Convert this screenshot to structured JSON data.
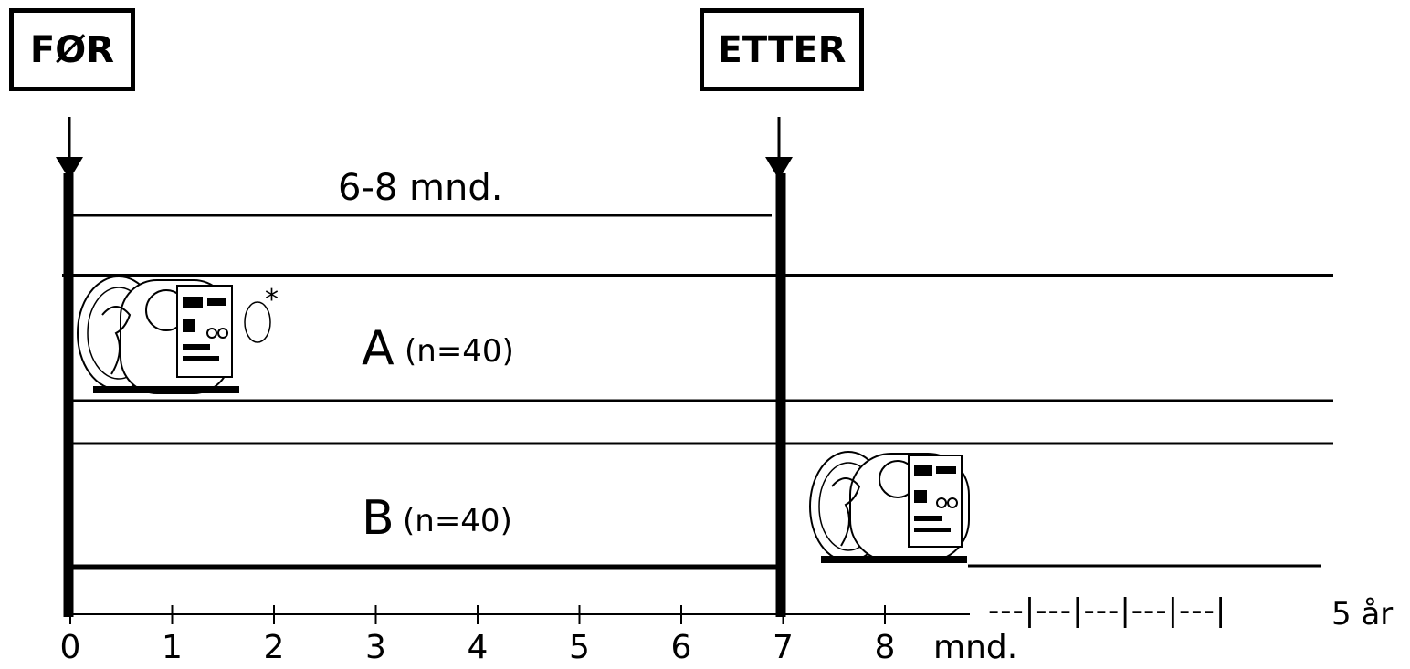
{
  "labels": {
    "before": "FØR",
    "after": "ETTER"
  },
  "duration_label": "6-8 mnd.",
  "groups": [
    {
      "letter": "A",
      "n": "(n=40)"
    },
    {
      "letter": "B",
      "n": "(n=40)"
    }
  ],
  "asterisk": "*",
  "axis": {
    "ticks": [
      "0",
      "1",
      "2",
      "3",
      "4",
      "5",
      "6",
      "7",
      "8"
    ],
    "unit": "mnd.",
    "long_term_marks": "---|---|---|---|---|",
    "long_term_label": "5 år"
  },
  "images": {
    "device_icon": "hearing-test-device-drawing"
  }
}
